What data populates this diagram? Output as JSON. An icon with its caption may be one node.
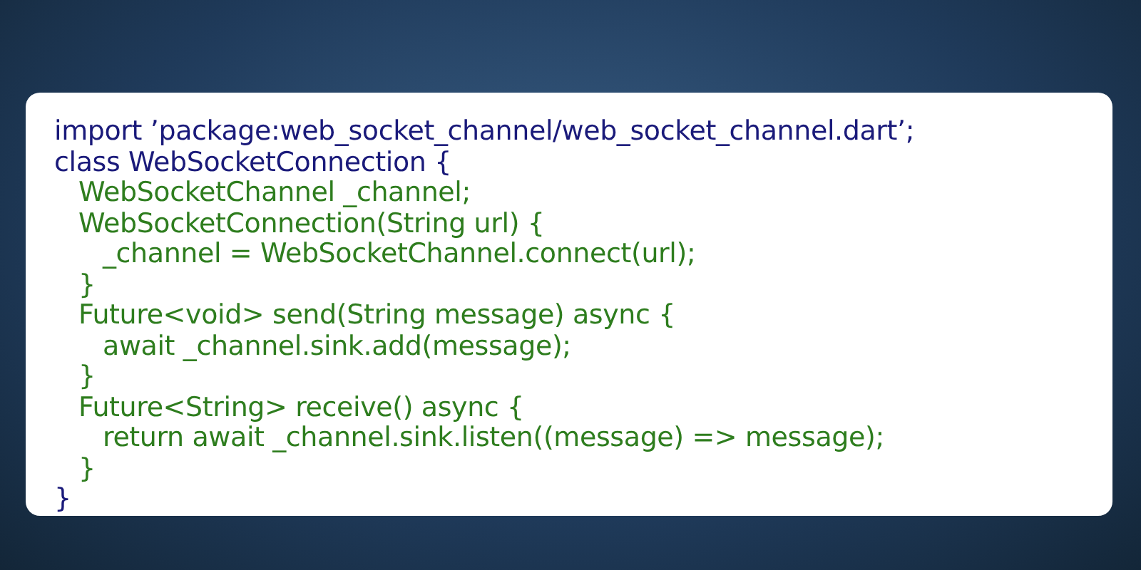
{
  "diagram": {
    "labels": [
      "import ’package:web_socket_channel/web_socket_channel.dart’;",
      "class WebSocketConnection {",
      "WebSocketChannel _channel;",
      "WebSocketConnection(String url) {",
      "_channel = WebSocketChannel.connect(url);",
      "}",
      "Future<void> send(String message) async {",
      "await _channel.sink.add(message);",
      "}",
      "Future<String> receive() async {",
      "return await _channel.sink.listen((message) => message);",
      "}",
      "}"
    ]
  }
}
